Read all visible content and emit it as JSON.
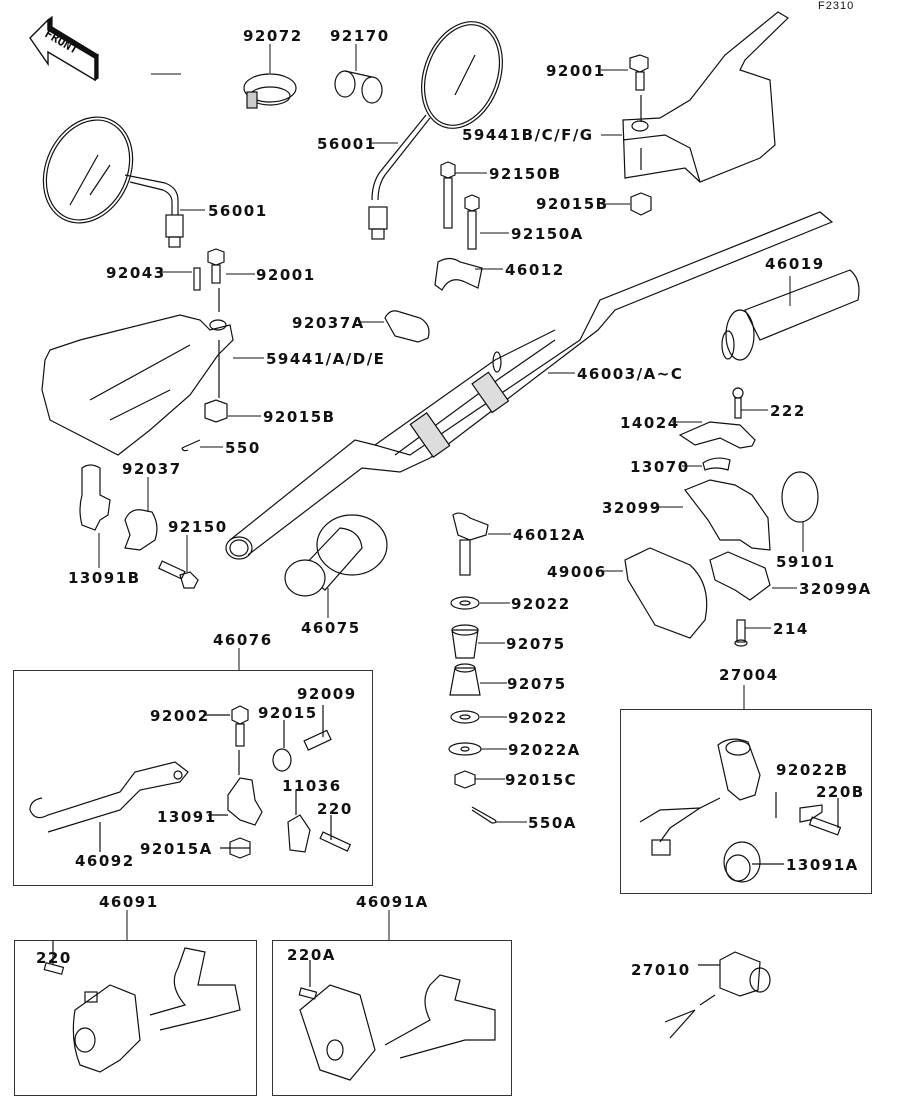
{
  "figure_id": "F2310",
  "front_arrow_label": "FRONT",
  "colors": {
    "line": "#111111",
    "background": "#ffffff"
  },
  "parts": {
    "p92072": "92072",
    "p92170": "92170",
    "p56001_right": "56001",
    "p56001_left": "56001",
    "p92001_right": "92001",
    "p59441_bcfg": "59441B/C/F/G",
    "p92150B": "92150B",
    "p92015B_right": "92015B",
    "p92150A": "92150A",
    "p46012": "46012",
    "p46019": "46019",
    "p92043": "92043",
    "p92001_left": "92001",
    "p92037A": "92037A",
    "p59441_ade": "59441/A/D/E",
    "p46003": "46003/A~C",
    "p92015B_left": "92015B",
    "p550": "550",
    "p222": "222",
    "p14024": "14024",
    "p13070": "13070",
    "p92037": "92037",
    "p92150": "92150",
    "p13091B": "13091B",
    "p32099": "32099",
    "p59101": "59101",
    "p46012A": "46012A",
    "p49006": "49006",
    "p32099A": "32099A",
    "p46075": "46075",
    "p92022_1": "92022",
    "p92075_1": "92075",
    "p214": "214",
    "p92075_2": "92075",
    "p92022_2": "92022",
    "p92022A": "92022A",
    "p92015C": "92015C",
    "p550A": "550A"
  },
  "assemblies": {
    "clutch_lever": {
      "label": "46076",
      "parts": {
        "p92002": "92002",
        "p92015": "92015",
        "p92009": "92009",
        "p11036": "11036",
        "p13091": "13091",
        "p220": "220",
        "p92015A": "92015A",
        "p46092": "46092"
      }
    },
    "switch_27004": {
      "label": "27004",
      "parts": {
        "p92022B": "92022B",
        "p220B": "220B",
        "p13091A": "13091A"
      }
    },
    "switch_46091": {
      "label": "46091",
      "parts": {
        "p220": "220"
      }
    },
    "switch_46091A": {
      "label": "46091A",
      "parts": {
        "p220A": "220A"
      }
    },
    "switch_27010": {
      "label": "27010"
    }
  }
}
